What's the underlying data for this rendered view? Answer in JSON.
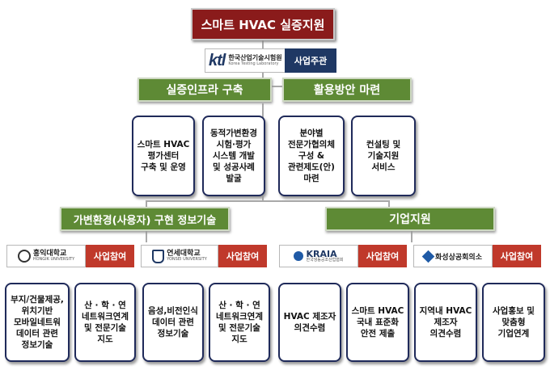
{
  "title": "스마트 HVAC 실증지원",
  "lead": {
    "logo_text": "ktl",
    "logo_name": "한국산업기술시험원",
    "logo_sub": "Korea Testing Laboratory",
    "tag": "사업주관"
  },
  "categories": {
    "infra": "실증인프라 구축",
    "usage": "활용방안 마련",
    "env": "가변환경(사용자) 구현 정보기술",
    "corp": "기업지원"
  },
  "top_cards": [
    "스마트 HVAC\n평가센터\n구축 및 운영",
    "동적가변환경\n시험·평가\n시스템 개발\n및 성공사례\n발굴",
    "분야별\n전문가협의체\n구성 &\n관련제도(안)\n마련",
    "컨설팅 및\n기술지원\n서비스"
  ],
  "partners": [
    {
      "logo": "홍익대학교",
      "logo_sub": "HONGIK UNIVERSITY",
      "tag": "사업참여"
    },
    {
      "logo": "연세대학교",
      "logo_sub": "YONSEI UNIVERSITY",
      "tag": "사업참여"
    },
    {
      "logo": "KRAIA",
      "logo_sub": "한국냉동공조산업협회",
      "tag": "사업참여"
    },
    {
      "logo": "화성상공회의소",
      "logo_sub": "",
      "tag": "사업참여"
    }
  ],
  "bottom_cards": [
    "부지/건물제공,\n위치기반\n모바일네트워\n데이터 관련\n정보기술",
    "산 · 학 · 연\n네트워크연계\n및 전문기술\n지도",
    "음성,비전인식\n데이터 관련\n정보기술",
    "산 · 학 · 연\n네트워크연계\n및 전문기술\n지도",
    "HVAC 제조자\n의견수렴",
    "스마트 HVAC\n국내 표준화\n안전 제출",
    "지역내 HVAC\n제조자\n의견수렴",
    "사업홍보 및\n맞춤형\n기업연계"
  ]
}
